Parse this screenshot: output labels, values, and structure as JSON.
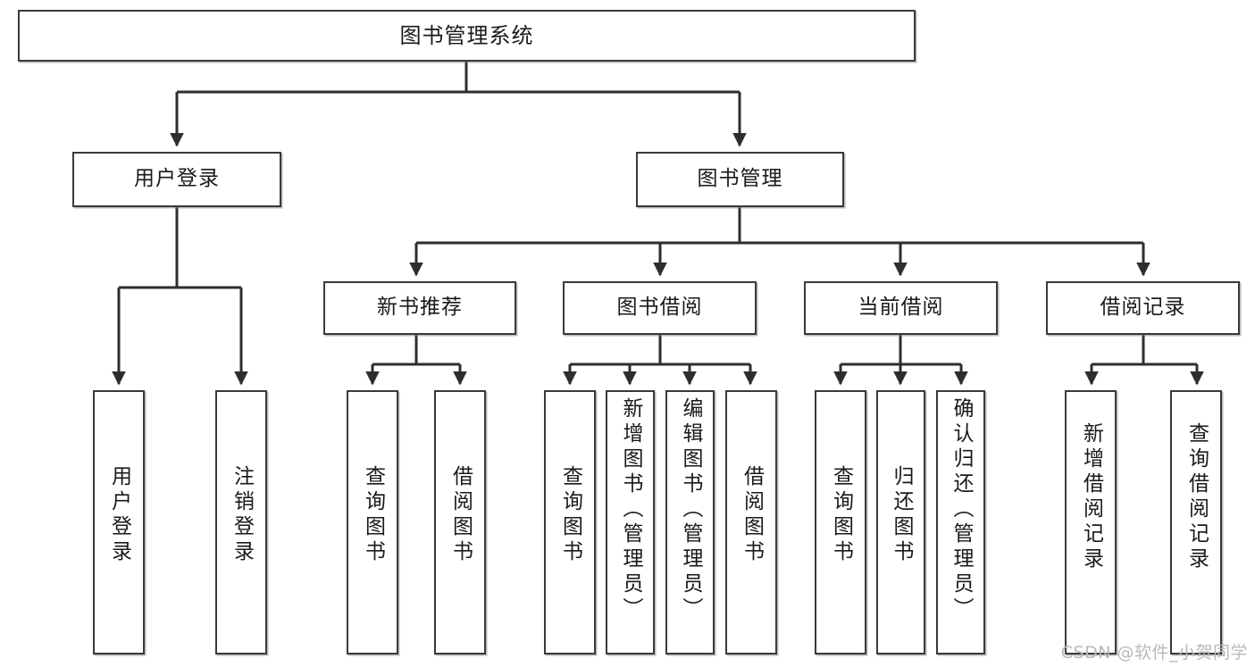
{
  "diagram": {
    "type": "tree-hierarchy",
    "title": "图书管理系统",
    "watermark": "CSDN @软件_小贺同学",
    "colors": {
      "box_border": "#3a3a3a",
      "box_fill": "#ffffff",
      "connector": "#2e2e2e",
      "text": "#1a1a1a",
      "watermark": "#b9b9b9",
      "background": "#ffffff"
    },
    "levels": [
      {
        "level": 1,
        "nodes": [
          {
            "id": "root",
            "label": "图书管理系统"
          }
        ]
      },
      {
        "level": 2,
        "nodes": [
          {
            "id": "login",
            "label": "用户登录",
            "parent": "root"
          },
          {
            "id": "bookmgmt",
            "label": "图书管理",
            "parent": "root"
          }
        ]
      },
      {
        "level": 3,
        "nodes": [
          {
            "id": "newbook",
            "label": "新书推荐",
            "parent": "bookmgmt"
          },
          {
            "id": "borrow",
            "label": "图书借阅",
            "parent": "bookmgmt"
          },
          {
            "id": "current",
            "label": "当前借阅",
            "parent": "bookmgmt"
          },
          {
            "id": "record",
            "label": "借阅记录",
            "parent": "bookmgmt"
          }
        ]
      },
      {
        "level": 4,
        "nodes": [
          {
            "id": "leaf1",
            "label": "用户登录",
            "parent": "login"
          },
          {
            "id": "leaf2",
            "label": "注销登录",
            "parent": "login"
          },
          {
            "id": "leaf3",
            "label": "查询图书",
            "parent": "newbook"
          },
          {
            "id": "leaf4",
            "label": "借阅图书",
            "parent": "newbook"
          },
          {
            "id": "leaf5",
            "label": "查询图书",
            "parent": "borrow"
          },
          {
            "id": "leaf6",
            "label": "新增图书（管理员）",
            "parent": "borrow"
          },
          {
            "id": "leaf7",
            "label": "编辑图书（管理员）",
            "parent": "borrow"
          },
          {
            "id": "leaf8",
            "label": "借阅图书",
            "parent": "borrow"
          },
          {
            "id": "leaf9",
            "label": "查询图书",
            "parent": "current"
          },
          {
            "id": "leaf10",
            "label": "归还图书",
            "parent": "current"
          },
          {
            "id": "leaf11",
            "label": "确认归还（管理员）",
            "parent": "current"
          },
          {
            "id": "leaf12",
            "label": "新增借阅记录",
            "parent": "record"
          },
          {
            "id": "leaf13",
            "label": "查询借阅记录",
            "parent": "record"
          }
        ]
      }
    ]
  }
}
